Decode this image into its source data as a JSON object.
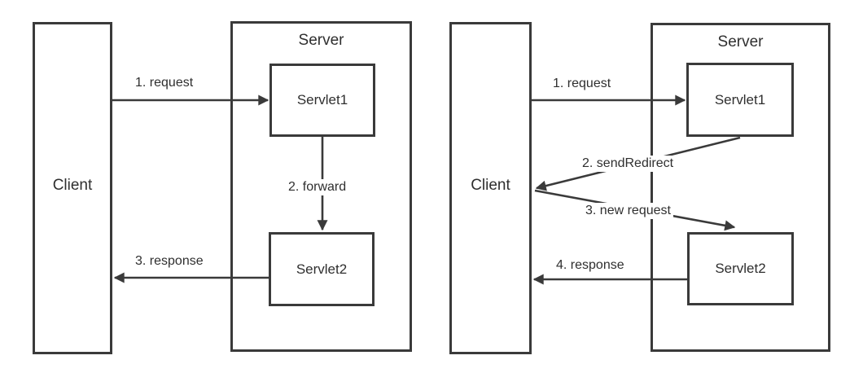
{
  "colors": {
    "line": "#3a3a3a",
    "text": "#2f2f2f",
    "background": "#ffffff"
  },
  "diagrams": {
    "forward": {
      "client_label": "Client",
      "server_label": "Server",
      "servlet1_label": "Servlet1",
      "servlet2_label": "Servlet2",
      "steps": {
        "s1": "1. request",
        "s2": "2. forward",
        "s3": "3. response"
      }
    },
    "redirect": {
      "client_label": "Client",
      "server_label": "Server",
      "servlet1_label": "Servlet1",
      "servlet2_label": "Servlet2",
      "steps": {
        "s1": "1. request",
        "s2": "2. sendRedirect",
        "s3": "3. new request",
        "s4": "4. response"
      }
    }
  }
}
